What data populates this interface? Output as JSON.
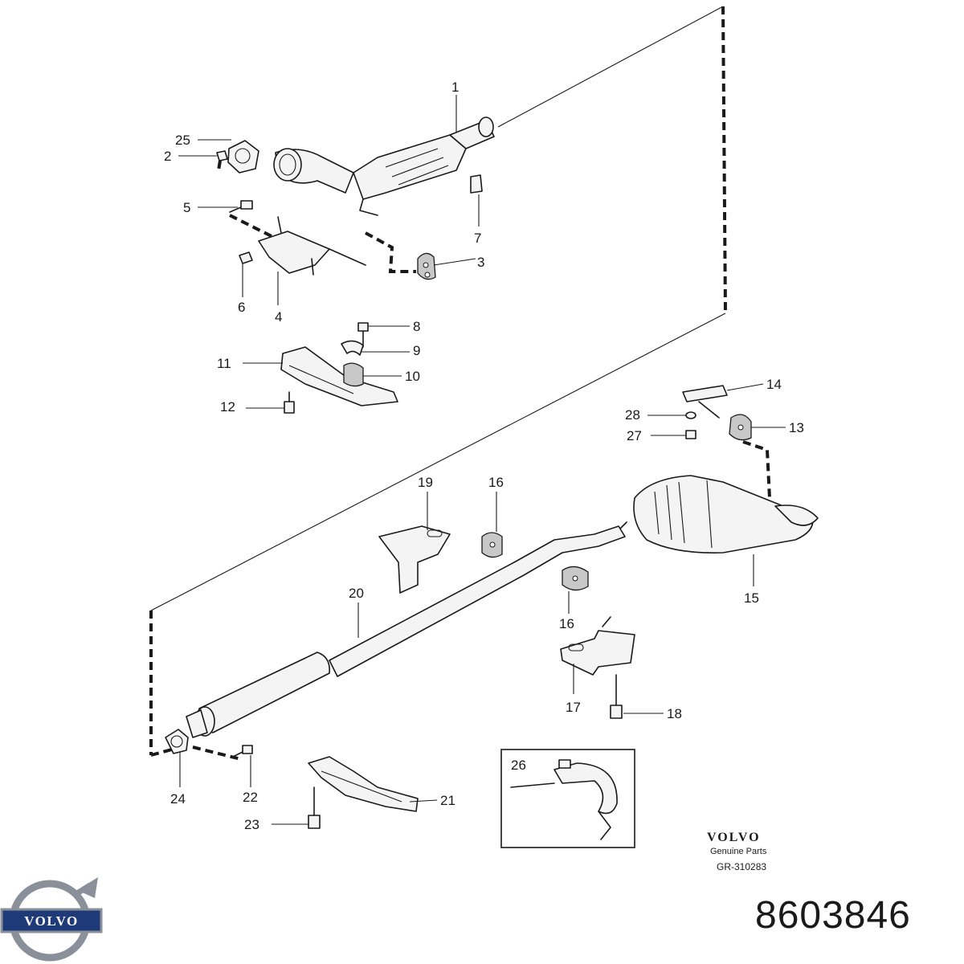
{
  "callouts": [
    {
      "id": "1",
      "text": "1"
    },
    {
      "id": "2",
      "text": "2"
    },
    {
      "id": "3",
      "text": "3"
    },
    {
      "id": "4",
      "text": "4"
    },
    {
      "id": "5",
      "text": "5"
    },
    {
      "id": "6",
      "text": "6"
    },
    {
      "id": "7",
      "text": "7"
    },
    {
      "id": "8",
      "text": "8"
    },
    {
      "id": "9",
      "text": "9"
    },
    {
      "id": "10",
      "text": "10"
    },
    {
      "id": "11",
      "text": "11"
    },
    {
      "id": "12",
      "text": "12"
    },
    {
      "id": "13",
      "text": "13"
    },
    {
      "id": "14",
      "text": "14"
    },
    {
      "id": "15",
      "text": "15"
    },
    {
      "id": "16a",
      "text": "16"
    },
    {
      "id": "16b",
      "text": "16"
    },
    {
      "id": "17",
      "text": "17"
    },
    {
      "id": "18",
      "text": "18"
    },
    {
      "id": "19",
      "text": "19"
    },
    {
      "id": "20",
      "text": "20"
    },
    {
      "id": "21",
      "text": "21"
    },
    {
      "id": "22",
      "text": "22"
    },
    {
      "id": "23",
      "text": "23"
    },
    {
      "id": "24",
      "text": "24"
    },
    {
      "id": "25",
      "text": "25"
    },
    {
      "id": "26",
      "text": "26"
    },
    {
      "id": "27",
      "text": "27"
    },
    {
      "id": "28",
      "text": "28"
    }
  ],
  "footer": {
    "brand": "VOLVO",
    "genuine_parts": "Genuine Parts",
    "diagram_code": "GR-310283",
    "part_number": "8603846"
  },
  "logo": {
    "wordmark": "VOLVO",
    "icon": "volvo-iron-mark-icon"
  },
  "colors": {
    "ink": "#1a1a1a",
    "logo_blue": "#1f3a78",
    "logo_steel": "#8a9099"
  }
}
